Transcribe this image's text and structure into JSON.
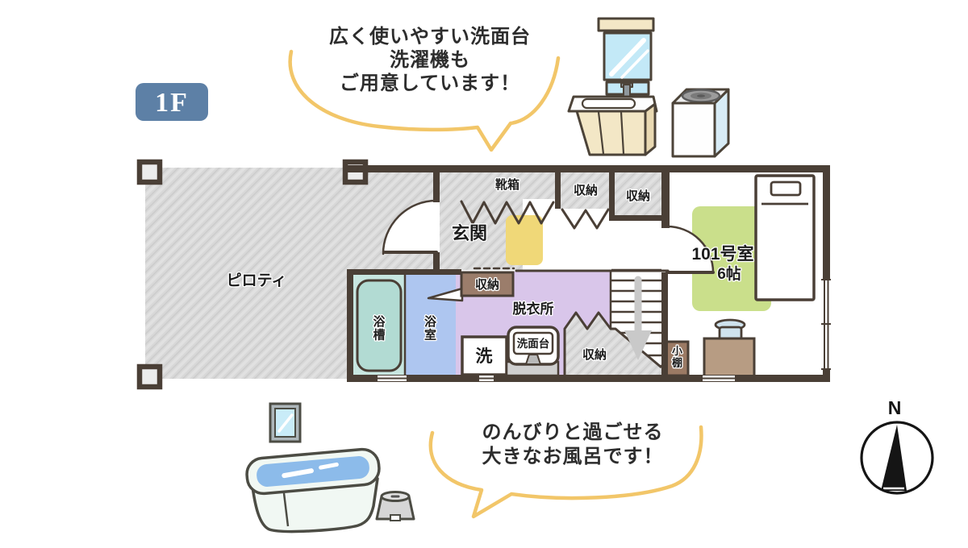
{
  "floor_label": "1F",
  "bubbles": {
    "top_line1": "広く使いやすい洗面台",
    "top_line2": "洗濯機も",
    "top_line3": "ご用意しています！",
    "bottom_line1": "のんびりと過ごせる",
    "bottom_line2": "大きなお風呂です！"
  },
  "compass_label": "N",
  "rooms": {
    "piloti": "ピロティ",
    "entrance": "玄関",
    "shoe_box": "靴箱",
    "closet_top_1": "収納",
    "closet_top_2": "収納",
    "closet_small": "収納",
    "dressing_room": "脱衣所",
    "bathtub": "浴槽",
    "bathroom": "浴室",
    "washer_spot": "洗",
    "washstand": "洗面台",
    "closet_under_stairs": "収納",
    "small_shelf": "小棚",
    "room101_name": "101号室",
    "room101_size": "6帖"
  },
  "colors": {
    "wall": "#4a3f36",
    "floor_gray": "#d8d8d8",
    "mat_yellow": "#f0d878",
    "rug_green": "#cadf8b",
    "dressing_purple": "#d9c6ea",
    "bathroom_blue": "#aec6f0",
    "bathtub_teal": "#c8e6e0",
    "bathtub_fill": "#b2dbd3",
    "closet_brown": "#9b7d6b",
    "desk_brown": "#b79c83",
    "badge_blue": "#5d80a6",
    "bubble_stroke": "#f2c669",
    "water_blue": "#8cbbea"
  }
}
